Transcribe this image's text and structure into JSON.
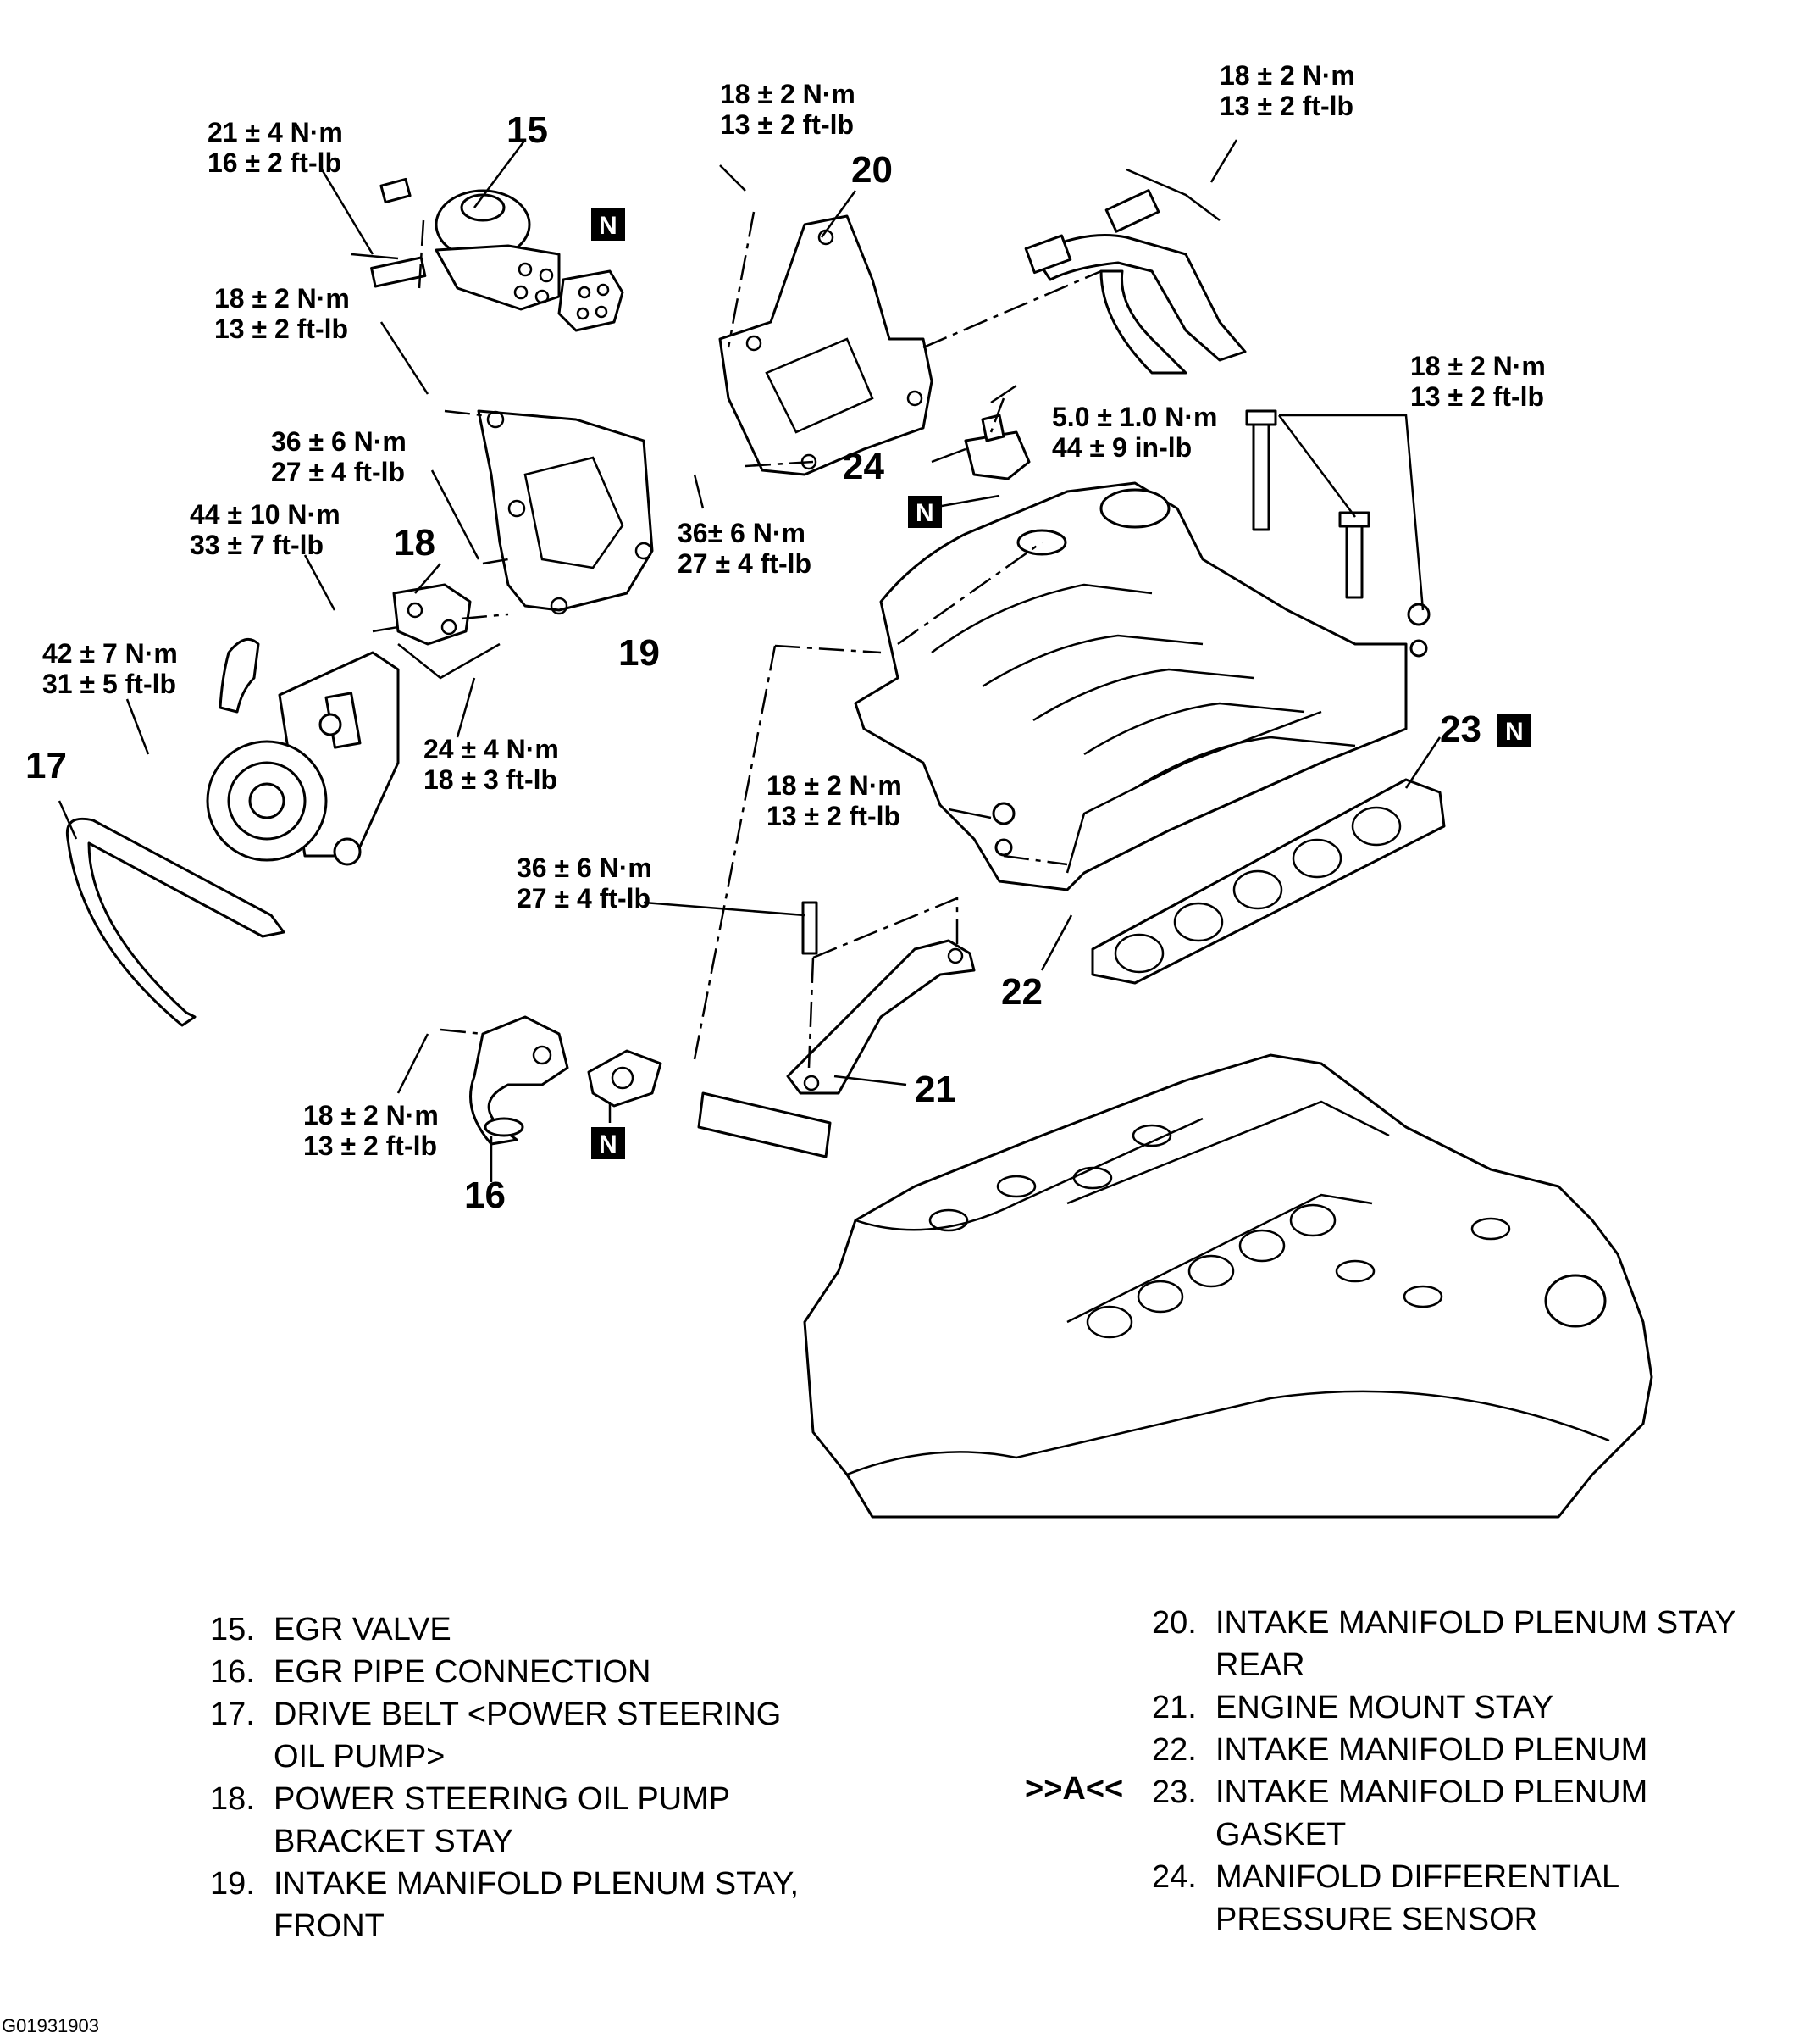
{
  "torque_labels": {
    "t15": [
      "21 ± 4 N·m",
      "16 ± 2 ft-lb"
    ],
    "t_egr_bracket": [
      "18 ± 2 N·m",
      "13 ± 2 ft-lb"
    ],
    "t_stay_front_upper": [
      "36 ± 6 N·m",
      "27 ± 4 ft-lb"
    ],
    "t_pump_bolt": [
      "44 ± 10 N·m",
      "33 ± 7 ft-lb"
    ],
    "t_pump_nut": [
      "42 ± 7 N·m",
      "31 ± 5 ft-lb"
    ],
    "t_pump_lower": [
      "24 ± 4 N·m",
      "18 ± 3 ft-lb"
    ],
    "t20_top": [
      "18 ± 2 N·m",
      "13 ± 2 ft-lb"
    ],
    "t20_lower": [
      "36± 6 N·m",
      "27 ± 4 ft-lb"
    ],
    "t_top_right": [
      "18 ± 2 N·m",
      "13 ± 2 ft-lb"
    ],
    "t24": [
      "5.0 ± 1.0 N·m",
      "44 ± 9 in-lb"
    ],
    "t_manifold_right": [
      "18 ± 2 N·m",
      "13 ± 2 ft-lb"
    ],
    "t_manifold_nut": [
      "18 ± 2 N·m",
      "13 ± 2 ft-lb"
    ],
    "t21": [
      "36 ± 6 N·m",
      "27 ± 4 ft-lb"
    ],
    "t16": [
      "18 ± 2 N·m",
      "13 ± 2 ft-lb"
    ]
  },
  "callouts": {
    "c15": "15",
    "c16": "16",
    "c17": "17",
    "c18": "18",
    "c19": "19",
    "c20": "20",
    "c21": "21",
    "c22": "22",
    "c23": "23",
    "c24": "24"
  },
  "n_marker": "N",
  "legend_left": [
    {
      "num": "15.",
      "text": "EGR VALVE"
    },
    {
      "num": "16.",
      "text": "EGR PIPE CONNECTION"
    },
    {
      "num": "17.",
      "text": "DRIVE BELT <POWER STEERING"
    },
    {
      "num": "",
      "text": "OIL PUMP>"
    },
    {
      "num": "18.",
      "text": "POWER STEERING OIL PUMP"
    },
    {
      "num": "",
      "text": "BRACKET STAY"
    },
    {
      "num": "19.",
      "text": "INTAKE MANIFOLD PLENUM STAY,"
    },
    {
      "num": "",
      "text": "FRONT"
    }
  ],
  "legend_right": [
    {
      "num": "20.",
      "text": "INTAKE MANIFOLD PLENUM STAY"
    },
    {
      "num": "",
      "text": "REAR"
    },
    {
      "num": "21.",
      "text": "ENGINE MOUNT STAY"
    },
    {
      "num": "22.",
      "text": "INTAKE MANIFOLD PLENUM"
    },
    {
      "num": "23.",
      "text": "INTAKE MANIFOLD PLENUM"
    },
    {
      "num": "",
      "text": "GASKET"
    },
    {
      "num": "24.",
      "text": "MANIFOLD DIFFERENTIAL"
    },
    {
      "num": "",
      "text": "PRESSURE SENSOR"
    }
  ],
  "reference_marker": ">>A<<",
  "figure_id": "G01931903"
}
